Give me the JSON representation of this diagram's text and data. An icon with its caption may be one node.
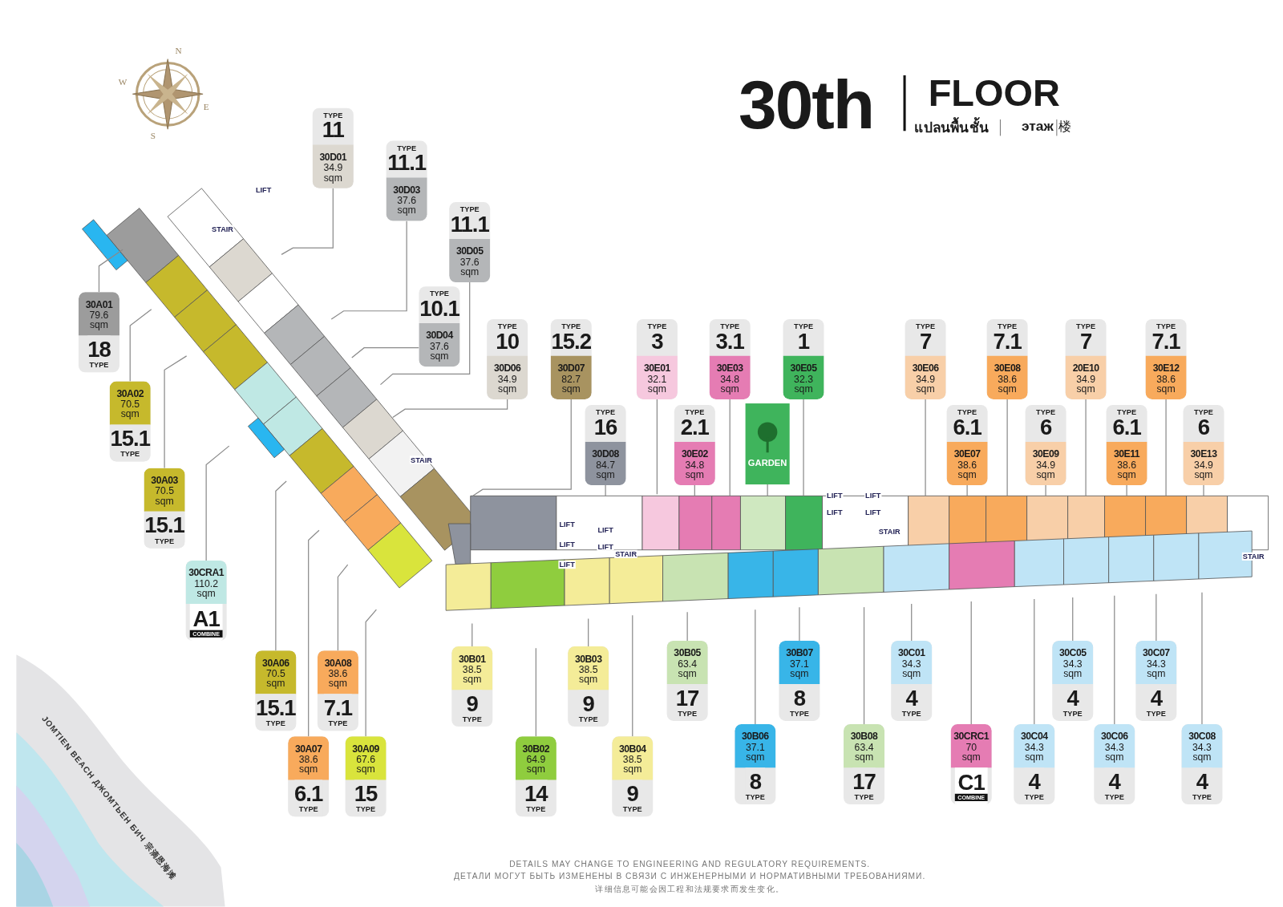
{
  "diagram": {
    "title": "30th",
    "nodes": [
      {
        "text": [
          "TYPE",
          "11",
          "30D01",
          "34.9 sqm"
        ]
      },
      {
        "text": [
          "TYPE",
          "11.1",
          "30D03",
          "37.6 sqm"
        ]
      },
      {
        "text": [
          "TYPE",
          "11.1",
          "30D05",
          "37.6 sqm"
        ]
      },
      {
        "text": [
          "TYPE",
          "10.1",
          "30D04",
          "37.6 sqm"
        ]
      },
      {
        "text": [
          "TYPE",
          "10",
          "30D06",
          "34.9 sqm"
        ]
      },
      {
        "text": [
          "TYPE",
          "15.2",
          "30D07",
          "82.7 sqm"
        ]
      },
      {
        "text": [
          "TYPE",
          "16",
          "30D08",
          "84.7 sqm"
        ]
      },
      {
        "text": [
          "TYPE",
          "3",
          "30E01",
          "32.1 sqm"
        ]
      },
      {
        "text": [
          "TYPE",
          "2.1",
          "30E02",
          "34.8 sqm"
        ]
      },
      {
        "text": [
          "TYPE",
          "3.1",
          "30E03",
          "34.8 sqm"
        ]
      },
      {
        "text": [
          "GARDEN"
        ]
      },
      {
        "text": [
          "TYPE",
          "1",
          "30E05",
          "32.3 sqm"
        ]
      },
      {
        "text": [
          "TYPE",
          "7",
          "30E06",
          "34.9 sqm"
        ]
      },
      {
        "text": [
          "TYPE",
          "7.1",
          "30E08",
          "38.6 sqm"
        ]
      },
      {
        "text": [
          "TYPE",
          "7",
          "20E10",
          "34.9 sqm"
        ]
      },
      {
        "text": [
          "TYPE",
          "7.1",
          "30E12",
          "38.6 sqm"
        ]
      },
      {
        "text": [
          "TYPE",
          "6.1",
          "30E07",
          "38.6 sqm"
        ]
      },
      {
        "text": [
          "TYPE",
          "6",
          "30E09",
          "34.9 sqm"
        ]
      },
      {
        "text": [
          "TYPE",
          "6.1",
          "30E11",
          "38.6 sqm"
        ]
      },
      {
        "text": [
          "TYPE",
          "6",
          "30E13",
          "34.9 sqm"
        ]
      },
      {
        "text": [
          "30A01",
          "79.6 sqm",
          "18",
          "TYPE"
        ]
      },
      {
        "text": [
          "30A02",
          "70.5 sqm",
          "15.1",
          "TYPE"
        ]
      },
      {
        "text": [
          "30A03",
          "70.5 sqm",
          "15.1",
          "TYPE"
        ]
      },
      {
        "text": [
          "30CRA1",
          "110.2 sqm",
          "A1",
          "COMBINE"
        ]
      },
      {
        "text": [
          "30A06",
          "70.5 sqm",
          "15.1",
          "TYPE"
        ]
      },
      {
        "text": [
          "30A08",
          "38.6 sqm",
          "7.1",
          "TYPE"
        ]
      },
      {
        "text": [
          "30A07",
          "38.6 sqm",
          "6.1",
          "TYPE"
        ]
      },
      {
        "text": [
          "30A09",
          "67.6 sqm",
          "15",
          "TYPE"
        ]
      },
      {
        "text": [
          "30B01",
          "38.5 sqm",
          "9",
          "TYPE"
        ]
      },
      {
        "text": [
          "30B02",
          "64.9 sqm",
          "14",
          "TYPE"
        ]
      },
      {
        "text": [
          "30B03",
          "38.5 sqm",
          "9",
          "TYPE"
        ]
      },
      {
        "text": [
          "30B04",
          "38.5 sqm",
          "9",
          "TYPE"
        ]
      },
      {
        "text": [
          "30B05",
          "63.4 sqm",
          "17",
          "TYPE"
        ]
      },
      {
        "text": [
          "30B06",
          "37.1 sqm",
          "8",
          "TYPE"
        ]
      },
      {
        "text": [
          "30B07",
          "37.1 sqm",
          "8",
          "TYPE"
        ]
      },
      {
        "text": [
          "30B08",
          "63.4 sqm",
          "17",
          "TYPE"
        ]
      },
      {
        "text": [
          "30C01",
          "34.3 sqm",
          "4",
          "TYPE"
        ]
      },
      {
        "text": [
          "30CRC1",
          "70 sqm",
          "C1",
          "COMBINE"
        ]
      },
      {
        "text": [
          "30C04",
          "34.3 sqm",
          "4",
          "TYPE"
        ]
      },
      {
        "text": [
          "30C05",
          "34.3 sqm",
          "4",
          "TYPE"
        ]
      },
      {
        "text": [
          "30C06",
          "34.3 sqm",
          "4",
          "TYPE"
        ]
      },
      {
        "text": [
          "30C07",
          "34.3 sqm",
          "4",
          "TYPE"
        ]
      },
      {
        "text": [
          "30C08",
          "34.3 sqm",
          "4",
          "TYPE"
        ]
      }
    ],
    "edges": [
      {
        "from": 0,
        "to": null,
        "arrow": "none"
      },
      {
        "from": 1,
        "to": null,
        "arrow": "none"
      },
      {
        "from": 2,
        "to": null,
        "arrow": "none"
      },
      {
        "from": 3,
        "to": null,
        "arrow": "none"
      },
      {
        "from": 4,
        "to": null,
        "arrow": "none"
      },
      {
        "from": 5,
        "to": null,
        "arrow": "none"
      },
      {
        "from": 6,
        "to": null,
        "arrow": "none"
      },
      {
        "from": 7,
        "to": null,
        "arrow": "none"
      },
      {
        "from": 8,
        "to": null,
        "arrow": "none"
      },
      {
        "from": 9,
        "to": null,
        "arrow": "none"
      },
      {
        "from": 10,
        "to": null,
        "arrow": "none"
      },
      {
        "from": 11,
        "to": null,
        "arrow": "none"
      },
      {
        "from": 12,
        "to": null,
        "arrow": "none"
      },
      {
        "from": 13,
        "to": null,
        "arrow": "none"
      },
      {
        "from": 14,
        "to": null,
        "arrow": "none"
      },
      {
        "from": 15,
        "to": null,
        "arrow": "none"
      },
      {
        "from": 16,
        "to": null,
        "arrow": "none"
      },
      {
        "from": 17,
        "to": null,
        "arrow": "none"
      },
      {
        "from": 18,
        "to": null,
        "arrow": "none"
      },
      {
        "from": 19,
        "to": null,
        "arrow": "none"
      },
      {
        "from": 20,
        "to": null,
        "arrow": "none"
      },
      {
        "from": 21,
        "to": null,
        "arrow": "none"
      },
      {
        "from": 22,
        "to": null,
        "arrow": "none"
      },
      {
        "from": 23,
        "to": null,
        "arrow": "none"
      },
      {
        "from": 24,
        "to": null,
        "arrow": "none"
      },
      {
        "from": 25,
        "to": null,
        "arrow": "none"
      },
      {
        "from": 26,
        "to": null,
        "arrow": "none"
      },
      {
        "from": 27,
        "to": null,
        "arrow": "none"
      },
      {
        "from": 28,
        "to": null,
        "arrow": "none"
      },
      {
        "from": 29,
        "to": null,
        "arrow": "none"
      },
      {
        "from": 30,
        "to": null,
        "arrow": "none"
      },
      {
        "from": 31,
        "to": null,
        "arrow": "none"
      },
      {
        "from": 32,
        "to": null,
        "arrow": "none"
      },
      {
        "from": 33,
        "to": null,
        "arrow": "none"
      },
      {
        "from": 34,
        "to": null,
        "arrow": "none"
      },
      {
        "from": 35,
        "to": null,
        "arrow": "none"
      },
      {
        "from": 36,
        "to": null,
        "arrow": "none"
      },
      {
        "from": 37,
        "to": null,
        "arrow": "none"
      },
      {
        "from": 38,
        "to": null,
        "arrow": "none"
      },
      {
        "from": 39,
        "to": null,
        "arrow": "none"
      },
      {
        "from": 40,
        "to": null,
        "arrow": "none"
      },
      {
        "from": 41,
        "to": null,
        "arrow": "none"
      },
      {
        "from": 42,
        "to": null,
        "arrow": "none"
      }
    ],
    "labels": [
      "FLOOR",
      "แปลนพื้นชั้น",
      "этаж",
      "楼",
      "N",
      "W",
      "E",
      "S",
      "LIFT",
      "STAIR",
      "STAIR",
      "LIFT",
      "LIFT",
      "LIFT",
      "LIFT",
      "LIFT",
      "STAIR",
      "LIFT",
      "LIFT",
      "LIFT",
      "LIFT",
      "STAIR",
      "STAIR",
      "JOMTIEN BEACH ДЖОМТЬЕН БИЧ 宗滴恩海滩",
      "DETAILS MAY CHANGE TO ENGINEERING AND REGULATORY REQUIREMENTS.",
      "ДЕТАЛИ МОГУТ БЫТЬ ИЗМЕНЕНЫ В СВЯЗИ С ИНЖЕНЕРНЫМИ И НОРМАТИВНЫМИ ТРЕБОВАНИЯМИ.",
      "详细信息可能会因工程和法规要求而发生变化。"
    ]
  }
}
